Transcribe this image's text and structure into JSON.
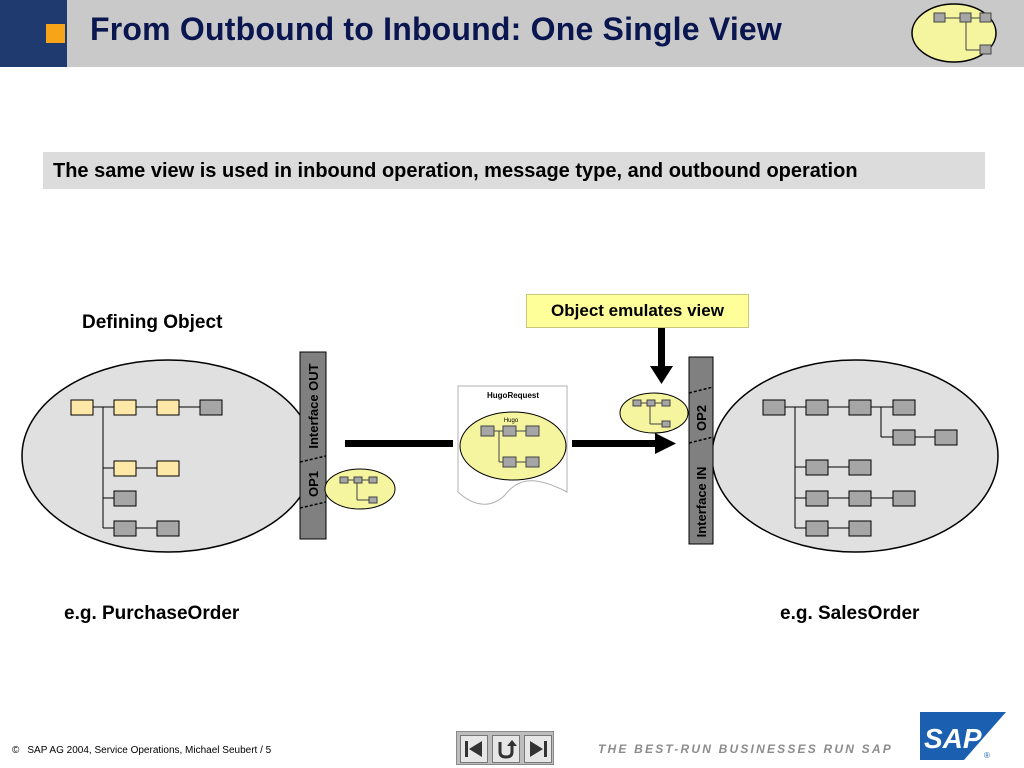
{
  "header": {
    "title": "From Outbound to Inbound: One Single View",
    "brand_color": "#1e3a6e",
    "accent_color": "#f7a418"
  },
  "subtitle": "The same view is used in inbound operation, message type, and outbound operation",
  "callout": "Object emulates view",
  "defining_object_label": "Defining Object",
  "interface_out": {
    "label": "Interface OUT",
    "op_label": "OP1"
  },
  "interface_in": {
    "label": "Interface IN",
    "op_label": "OP2"
  },
  "message": {
    "title": "HugoRequest",
    "inner_label": "Hugo"
  },
  "left_example": "e.g. PurchaseOrder",
  "right_example": "e.g. SalesOrder",
  "footer": {
    "copyright_symbol": "©",
    "text": "SAP AG 2004, Service Operations, Michael Seubert / 5",
    "slogan": "THE BEST-RUN BUSINESSES RUN SAP",
    "logo_text": "SAP",
    "registered": "®"
  },
  "nav": {
    "prev_icon": "arrow-left-icon",
    "back_icon": "return-arrow-icon",
    "next_icon": "arrow-right-icon"
  },
  "colors": {
    "node_yellow": "#fde8a8",
    "node_gray": "#a6a6a6",
    "ellipse_fill": "#e0e0e0",
    "bar_fill": "#808080"
  }
}
